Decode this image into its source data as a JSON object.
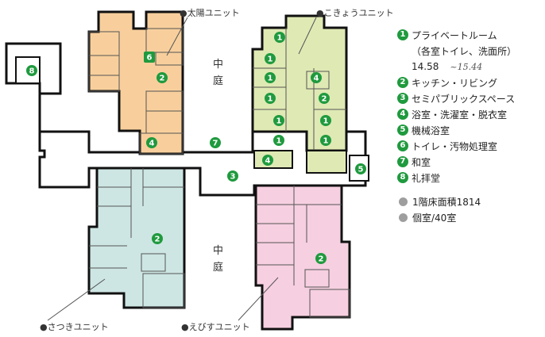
{
  "units": {
    "taiyo": "●太陽ユニット",
    "kokyo": "●こきょうユニット",
    "satsuki": "●さつきユニット",
    "ebisu": "●えびすユニット"
  },
  "courtyard": {
    "top": [
      "中",
      "庭"
    ],
    "bottom": [
      "中",
      "庭"
    ]
  },
  "legend": {
    "items": [
      {
        "num": "1",
        "text": "プライベートルーム"
      },
      {
        "num": "2",
        "text": "キッチン・リビング"
      },
      {
        "num": "3",
        "text": "セミパブリックスペース"
      },
      {
        "num": "4",
        "text": "浴室・洗濯室・脱衣室"
      },
      {
        "num": "5",
        "text": "機械浴室"
      },
      {
        "num": "6",
        "text": "トイレ・汚物処理室"
      },
      {
        "num": "7",
        "text": "和室"
      },
      {
        "num": "8",
        "text": "礼拝堂"
      }
    ],
    "private_sub": "（各室トイレ、洗面所）",
    "private_size": "14.58",
    "private_size_note": "~15.44",
    "stats": [
      "1階床面積1814",
      "個室/40室"
    ]
  },
  "colors": {
    "orange": "#f8cf9c",
    "green": "#dfe9b4",
    "blue": "#cde6e4",
    "pink": "#f6cfe0",
    "badge": "#1f9a3e",
    "stats_dot": "#9e9e9e"
  }
}
